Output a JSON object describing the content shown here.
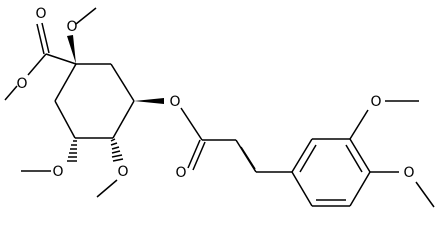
{
  "molecule": {
    "atom_labels": {
      "ester_carbonyl_oxygen": "O",
      "ester_single_oxygen": "O",
      "c1_methoxy_oxygen": "O",
      "cinnamoyl_ester_oxygen": "O",
      "cinnamoyl_carbonyl_oxygen": "O",
      "c4_methoxy_oxygen": "O",
      "c5_methoxy_oxygen": "O",
      "aryl_meta_methoxy_oxygen": "O",
      "aryl_para_methoxy_oxygen": "O"
    }
  }
}
